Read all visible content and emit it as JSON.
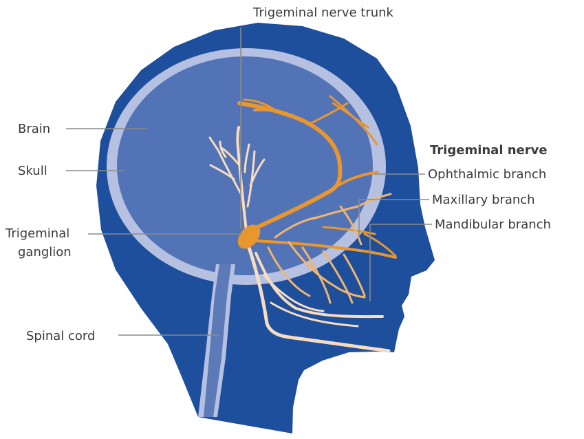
{
  "colors": {
    "head": "#1d4f9c",
    "skull": "#b6c1e2",
    "brain": "#5373b7",
    "spinal_cord": "#5c79b8",
    "nerve_dark": "#e8962e",
    "nerve_mid": "#f3b56b",
    "nerve_light": "#f8dcc0",
    "label_text": "#3a3a3a",
    "leader_line": "#8a8a8a"
  },
  "labels": {
    "trunk": "Trigeminal nerve trunk",
    "brain": "Brain",
    "skull": "Skull",
    "ganglion_line1": "Trigeminal",
    "ganglion_line2": "ganglion",
    "spinal_cord": "Spinal cord",
    "nerve_title": "Trigeminal nerve",
    "ophthalmic": "Ophthalmic branch",
    "maxillary": "Maxillary branch",
    "mandibular": "Mandibular branch"
  }
}
